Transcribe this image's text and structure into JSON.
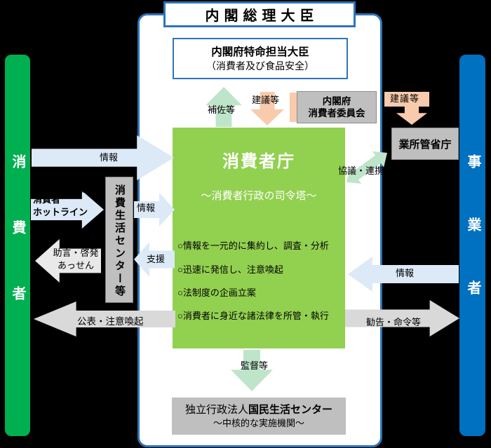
{
  "colors": {
    "background": "#000000",
    "panel_border_blue": "#2E75B6",
    "agency_green": "#92D050",
    "consumer_bar_green": "#00B050",
    "business_bar_blue": "#0070C0",
    "gray_box": "#BFBFBF",
    "light_blue_arrow": "#DCE9F7",
    "pale_green_arrow": "#BEE5C9",
    "orange_arrow": "#F8CBAD",
    "gray_arrow": "#D9D9D9"
  },
  "nodes": {
    "prime_minister": "内閣総理大臣",
    "minister_line1": "内閣府特命担当大臣",
    "minister_line2": "（消費者及び食品安全）",
    "commission_line1": "内閣府",
    "commission_line2": "消費者委員会",
    "agency_title": "消費者庁",
    "agency_subtitle": "〜消費者行政の司令塔〜",
    "agency_bullets": [
      "○情報を一元的に集約し、調査・分析",
      "○迅速に発信し、注意喚起",
      "○法制度の企画立案",
      "○消費者に身近な諸法律を所管・執行"
    ],
    "ministries": "業所管省庁",
    "consumer_bar": "消費者",
    "business_bar": "事業者",
    "life_center": "消費生活センター等",
    "national_center_prefix": "独立行政法人",
    "national_center_name": "国民生活センター",
    "national_center_subtitle": "〜中核的な実施機関〜"
  },
  "arrows": {
    "hosa": "補佐等",
    "kengi_left": "建議等",
    "kengi_right": "建議等",
    "kyogi": "協議・連携",
    "joho_consumer": "情報",
    "hotline_line1": "消費者",
    "hotline_line2": "ホットライン",
    "joho_fragment": "情報",
    "joho_center": "情報",
    "shien": "支援",
    "jogen_line1": "助言・啓発",
    "jogen_line2": "あっせん",
    "kohyo": "公表・注意喚起",
    "joho_business": "情報",
    "kankoku": "勧告・命令等",
    "kantoku": "監督等"
  }
}
